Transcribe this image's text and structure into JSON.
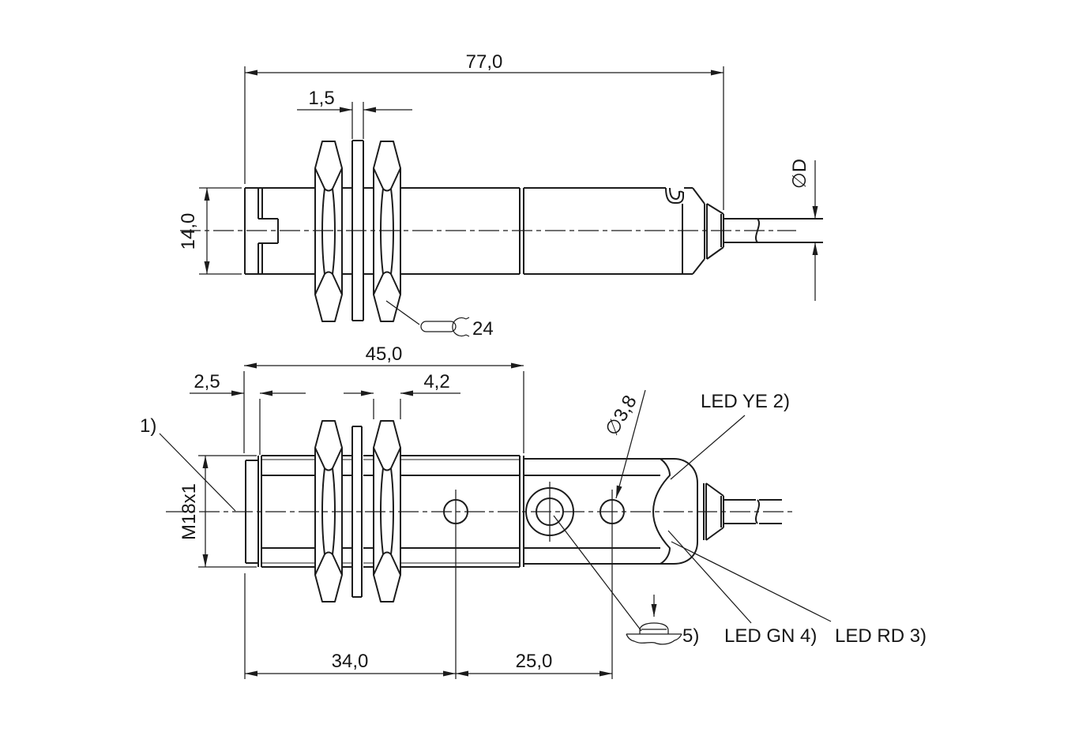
{
  "page": {
    "background": "#ffffff",
    "line_color": "#1c1c1c"
  },
  "top_view": {
    "dim_overall_length": "77,0",
    "dim_washer_thickness": "1,5",
    "dim_housing_width": "14,0",
    "dim_cable_diameter": "∅D",
    "wrench_size": "24"
  },
  "bottom_view": {
    "dim_thread_length": "45,0",
    "dim_face_ring": "2,5",
    "dim_nut_thickness": "4,2",
    "thread_spec": "M18x1",
    "footnote_1": "1)",
    "dim_led_hole": "∅3,8",
    "led_yellow": "LED YE 2)",
    "led_green": "LED GN 4)",
    "led_red": "LED RD 3)",
    "footnote_5": "5)",
    "dim_face_to_pot": "34,0",
    "dim_pot_to_led": "25,0"
  }
}
